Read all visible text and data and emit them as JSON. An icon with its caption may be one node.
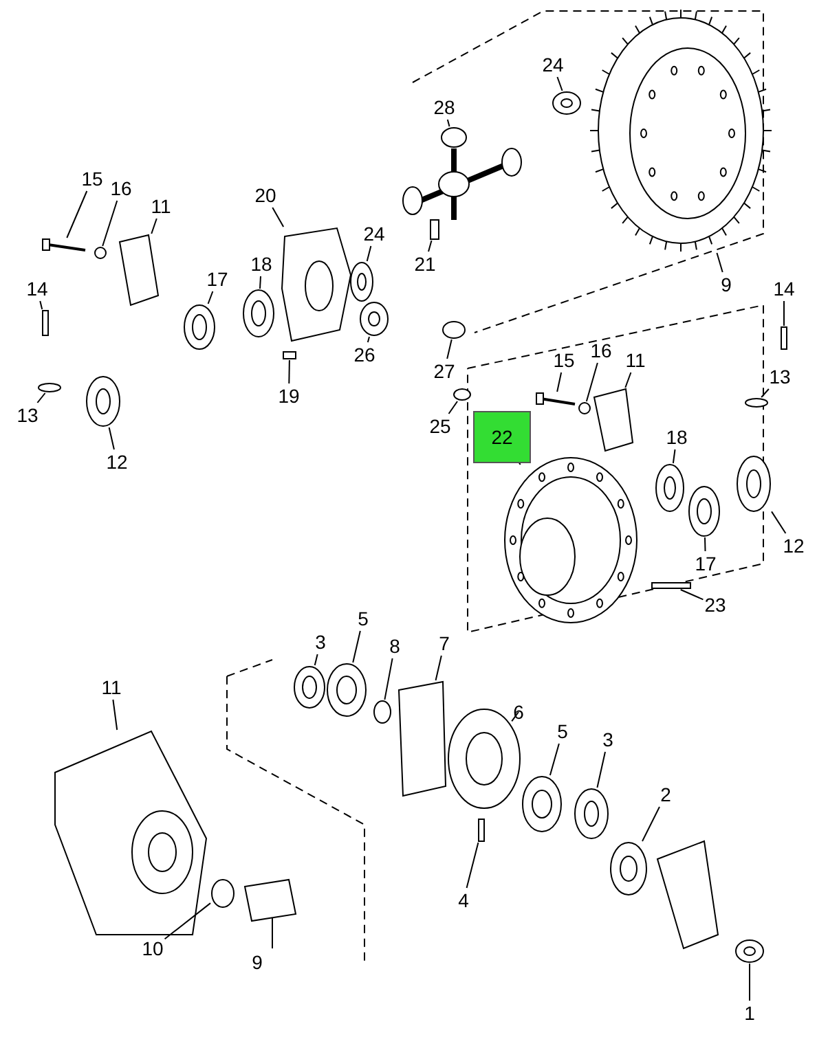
{
  "diagram": {
    "nodes": [
      {
        "text": [
          "24"
        ]
      },
      {
        "text": [
          "28"
        ]
      },
      {
        "text": [
          "15"
        ]
      },
      {
        "text": [
          "16"
        ]
      },
      {
        "text": [
          "11"
        ]
      },
      {
        "text": [
          "20"
        ]
      },
      {
        "text": [
          "24"
        ]
      },
      {
        "text": [
          "21"
        ]
      },
      {
        "text": [
          "9"
        ]
      },
      {
        "text": [
          "17"
        ]
      },
      {
        "text": [
          "18"
        ]
      },
      {
        "text": [
          "14"
        ]
      },
      {
        "text": [
          "14"
        ]
      },
      {
        "text": [
          "26"
        ]
      },
      {
        "text": [
          "27"
        ]
      },
      {
        "text": [
          "13"
        ]
      },
      {
        "text": [
          "19"
        ]
      },
      {
        "text": [
          "15"
        ]
      },
      {
        "text": [
          "25"
        ]
      },
      {
        "text": [
          "13"
        ]
      },
      {
        "text": [
          "16"
        ]
      },
      {
        "text": [
          "11"
        ]
      },
      {
        "text": [
          "22"
        ]
      },
      {
        "text": [
          "18"
        ]
      },
      {
        "text": [
          "12"
        ]
      },
      {
        "text": [
          "12"
        ]
      },
      {
        "text": [
          "17"
        ]
      },
      {
        "text": [
          "23"
        ]
      },
      {
        "text": [
          "5"
        ]
      },
      {
        "text": [
          "3"
        ]
      },
      {
        "text": [
          "7"
        ]
      },
      {
        "text": [
          "8"
        ]
      },
      {
        "text": [
          "11"
        ]
      },
      {
        "text": [
          "6"
        ]
      },
      {
        "text": [
          "5"
        ]
      },
      {
        "text": [
          "3"
        ]
      },
      {
        "text": [
          "2"
        ]
      },
      {
        "text": [
          "4"
        ]
      },
      {
        "text": [
          "10"
        ]
      },
      {
        "text": [
          "9"
        ]
      },
      {
        "text": [
          "1"
        ]
      },
      {
        "text": [],
        "shape": "picture"
      },
      {
        "text": [],
        "shape": "picture"
      },
      {
        "text": [],
        "shape": "picture"
      },
      {
        "text": [],
        "shape": "circle"
      },
      {
        "text": [],
        "shape": "picture"
      },
      {
        "text": [],
        "shape": "picture"
      },
      {
        "text": [],
        "shape": "picture"
      },
      {
        "text": [],
        "shape": "box"
      },
      {
        "text": [],
        "shape": "picture"
      },
      {
        "text": [],
        "shape": "picture"
      },
      {
        "text": [],
        "shape": "picture"
      },
      {
        "text": [],
        "shape": "box"
      },
      {
        "text": [],
        "shape": "box"
      },
      {
        "text": [],
        "shape": "picture"
      },
      {
        "text": [],
        "shape": "circle"
      },
      {
        "text": [],
        "shape": "circle"
      },
      {
        "text": [],
        "shape": "box"
      },
      {
        "text": [],
        "shape": "picture"
      },
      {
        "text": [],
        "shape": "circle"
      },
      {
        "text": [],
        "shape": "circle"
      },
      {
        "text": [],
        "shape": "circle"
      },
      {
        "text": [],
        "shape": "picture"
      },
      {
        "text": [],
        "shape": "picture"
      },
      {
        "text": [],
        "shape": "picture"
      },
      {
        "text": [],
        "shape": "picture"
      },
      {
        "text": [],
        "shape": "picture"
      },
      {
        "text": [],
        "shape": "picture"
      },
      {
        "text": [],
        "shape": "box"
      },
      {
        "text": [],
        "shape": "picture"
      },
      {
        "text": [],
        "shape": "picture"
      },
      {
        "text": [],
        "shape": "box"
      },
      {
        "text": [],
        "shape": "circle"
      },
      {
        "text": [],
        "shape": "picture"
      },
      {
        "text": [],
        "shape": "picture"
      },
      {
        "text": [],
        "shape": "picture"
      },
      {
        "text": [],
        "shape": "picture"
      },
      {
        "text": [],
        "shape": "picture"
      },
      {
        "text": [],
        "shape": "box"
      },
      {
        "text": [],
        "shape": "circle"
      },
      {
        "text": [],
        "shape": "picture"
      },
      {
        "text": [],
        "shape": "picture"
      }
    ],
    "edges": [
      {
        "from": 0,
        "to": 41,
        "arrow": "none"
      },
      {
        "from": 1,
        "to": 42,
        "arrow": "none"
      },
      {
        "from": 2,
        "to": 43,
        "arrow": "none"
      },
      {
        "from": 3,
        "to": 44,
        "arrow": "none"
      },
      {
        "from": 4,
        "to": 45,
        "arrow": "none"
      },
      {
        "from": 5,
        "to": 46,
        "arrow": "none"
      },
      {
        "from": 6,
        "to": 47,
        "arrow": "none"
      },
      {
        "from": 7,
        "to": 48,
        "arrow": "none"
      },
      {
        "from": 8,
        "to": 49,
        "arrow": "none"
      },
      {
        "from": 9,
        "to": 50,
        "arrow": "none"
      },
      {
        "from": 10,
        "to": 51,
        "arrow": "none"
      },
      {
        "from": 11,
        "to": 52,
        "arrow": "none"
      },
      {
        "from": 12,
        "to": 53,
        "arrow": "none"
      },
      {
        "from": 13,
        "to": 54,
        "arrow": "none"
      },
      {
        "from": 14,
        "to": 55,
        "arrow": "none"
      },
      {
        "from": 15,
        "to": 56,
        "arrow": "none"
      },
      {
        "from": 16,
        "to": 57,
        "arrow": "none"
      },
      {
        "from": 17,
        "to": 58,
        "arrow": "none"
      },
      {
        "from": 18,
        "to": 59,
        "arrow": "none"
      },
      {
        "from": 19,
        "to": 60,
        "arrow": "none"
      },
      {
        "from": 20,
        "to": 61,
        "arrow": "none"
      },
      {
        "from": 21,
        "to": 62,
        "arrow": "none"
      },
      {
        "from": 22,
        "to": 63,
        "arrow": "none"
      },
      {
        "from": 23,
        "to": 64,
        "arrow": "none"
      },
      {
        "from": 24,
        "to": 65,
        "arrow": "none"
      },
      {
        "from": 25,
        "to": 66,
        "arrow": "none"
      },
      {
        "from": 26,
        "to": 67,
        "arrow": "none"
      },
      {
        "from": 27,
        "to": 68,
        "arrow": "none"
      },
      {
        "from": 28,
        "to": 69,
        "arrow": "none"
      },
      {
        "from": 29,
        "to": 70,
        "arrow": "none"
      },
      {
        "from": 30,
        "to": 71,
        "arrow": "none"
      },
      {
        "from": 31,
        "to": 72,
        "arrow": "none"
      },
      {
        "from": 32,
        "to": 73,
        "arrow": "none"
      },
      {
        "from": 33,
        "to": 74,
        "arrow": "none"
      },
      {
        "from": 34,
        "to": 75,
        "arrow": "none"
      },
      {
        "from": 35,
        "to": 76,
        "arrow": "none"
      },
      {
        "from": 36,
        "to": 77,
        "arrow": "none"
      },
      {
        "from": 37,
        "to": 78,
        "arrow": "none"
      },
      {
        "from": 38,
        "to": 79,
        "arrow": "none"
      },
      {
        "from": 39,
        "to": 80,
        "arrow": "none"
      },
      {
        "from": 40,
        "to": 81,
        "arrow": "none"
      }
    ]
  }
}
